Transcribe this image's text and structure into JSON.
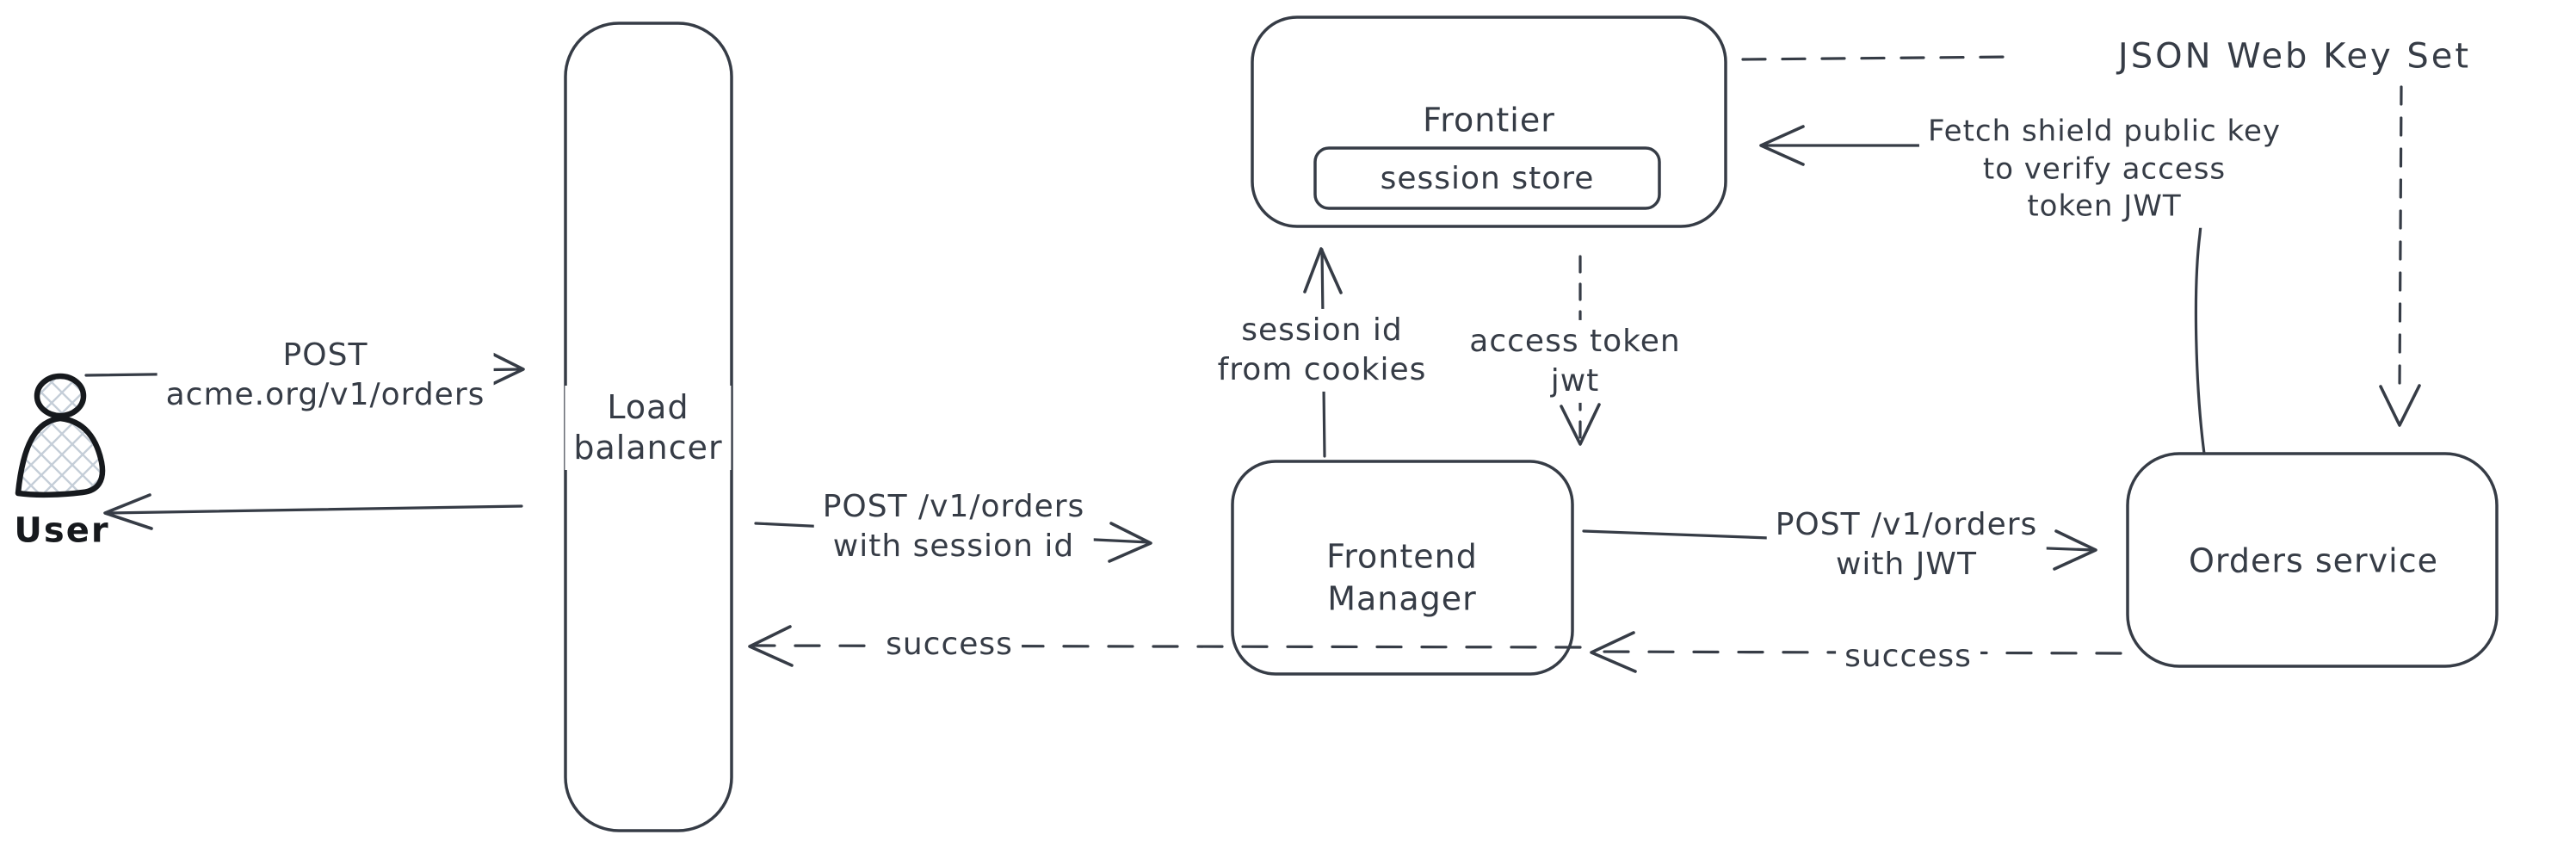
{
  "colors": {
    "background": "#ffffff",
    "stroke": "#363c46",
    "user_icon_stroke": "#16191d",
    "hatch": "#c5ced8"
  },
  "nodes": {
    "user": {
      "label": "User"
    },
    "load_balancer": {
      "line1": "Load",
      "line2": "balancer"
    },
    "frontier": {
      "label": "Frontier"
    },
    "session_store": {
      "label": "session store"
    },
    "frontend_manager": {
      "line1": "Frontend",
      "line2": "Manager"
    },
    "orders_service": {
      "label": "Orders service"
    }
  },
  "annotations": {
    "jwks_label": "JSON Web Key Set"
  },
  "edges": {
    "user_to_lb": {
      "line1": "POST",
      "line2": "acme.org/v1/orders"
    },
    "lb_to_fm": {
      "line1": "POST /v1/orders",
      "line2": "with session id"
    },
    "fm_to_lb": {
      "label": "success"
    },
    "fm_to_orders": {
      "line1": "POST /v1/orders",
      "line2": "with JWT"
    },
    "orders_to_fm": {
      "label": "success"
    },
    "fm_to_frontier": {
      "line1": "session id",
      "line2": "from cookies"
    },
    "frontier_to_fm": {
      "line1": "access token",
      "line2": "jwt"
    },
    "orders_to_frontier": {
      "line1": "Fetch shield public key",
      "line2": "to verify access",
      "line3": "token JWT"
    }
  }
}
